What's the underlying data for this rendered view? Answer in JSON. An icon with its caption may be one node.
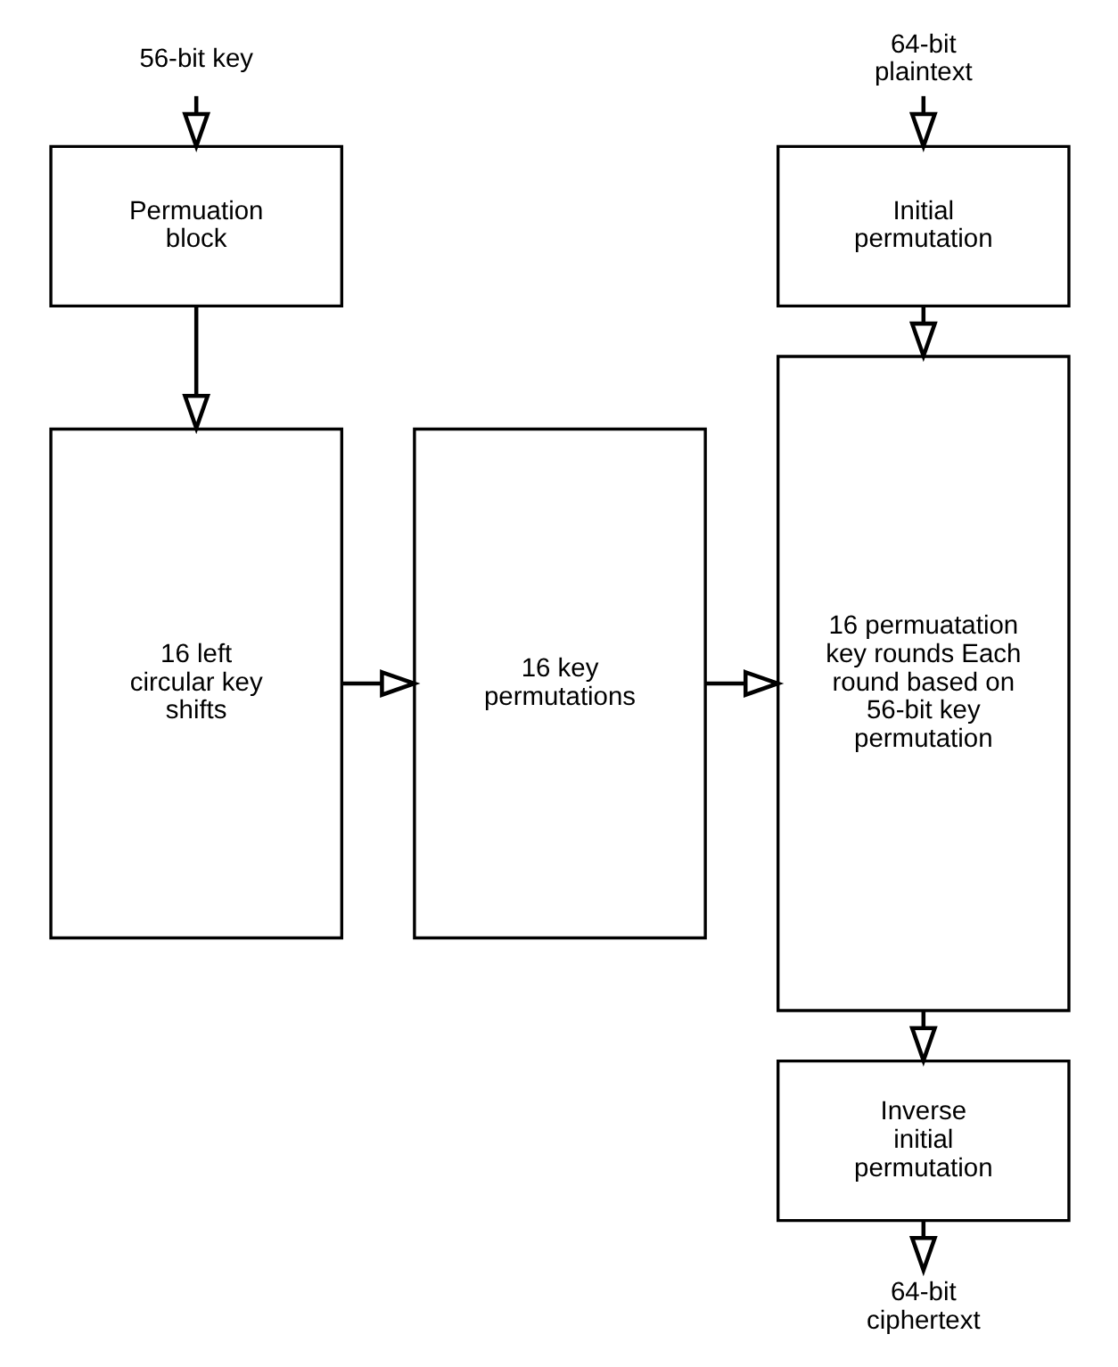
{
  "diagram": {
    "nodes": [
      {
        "text": [
          "64-bit plaintext"
        ]
      },
      {
        "text": [
          "Initial permutation"
        ]
      },
      {
        "text": [
          "16 permuatation key rounds Each round based on 56-bit key permutation"
        ]
      },
      {
        "text": [
          "Inverse initial permutation"
        ]
      },
      {
        "text": [
          "64-bit ciphertext"
        ]
      },
      {
        "text": [
          "56-bit key"
        ]
      },
      {
        "text": [
          "Permuation block"
        ]
      },
      {
        "text": [
          "16 left circular key shifts"
        ]
      },
      {
        "text": [
          "16 key permutations"
        ]
      }
    ],
    "edges": [
      {
        "from": 0,
        "to": 1,
        "arrow": "to"
      },
      {
        "from": 1,
        "to": 2,
        "arrow": "to"
      },
      {
        "from": 2,
        "to": 3,
        "arrow": "to"
      },
      {
        "from": 3,
        "to": 4,
        "arrow": "to"
      },
      {
        "from": 5,
        "to": 6,
        "arrow": "to"
      },
      {
        "from": 6,
        "to": 7,
        "arrow": "to"
      },
      {
        "from": 7,
        "to": 8,
        "arrow": "to"
      },
      {
        "from": 8,
        "to": 2,
        "arrow": "to"
      }
    ]
  }
}
